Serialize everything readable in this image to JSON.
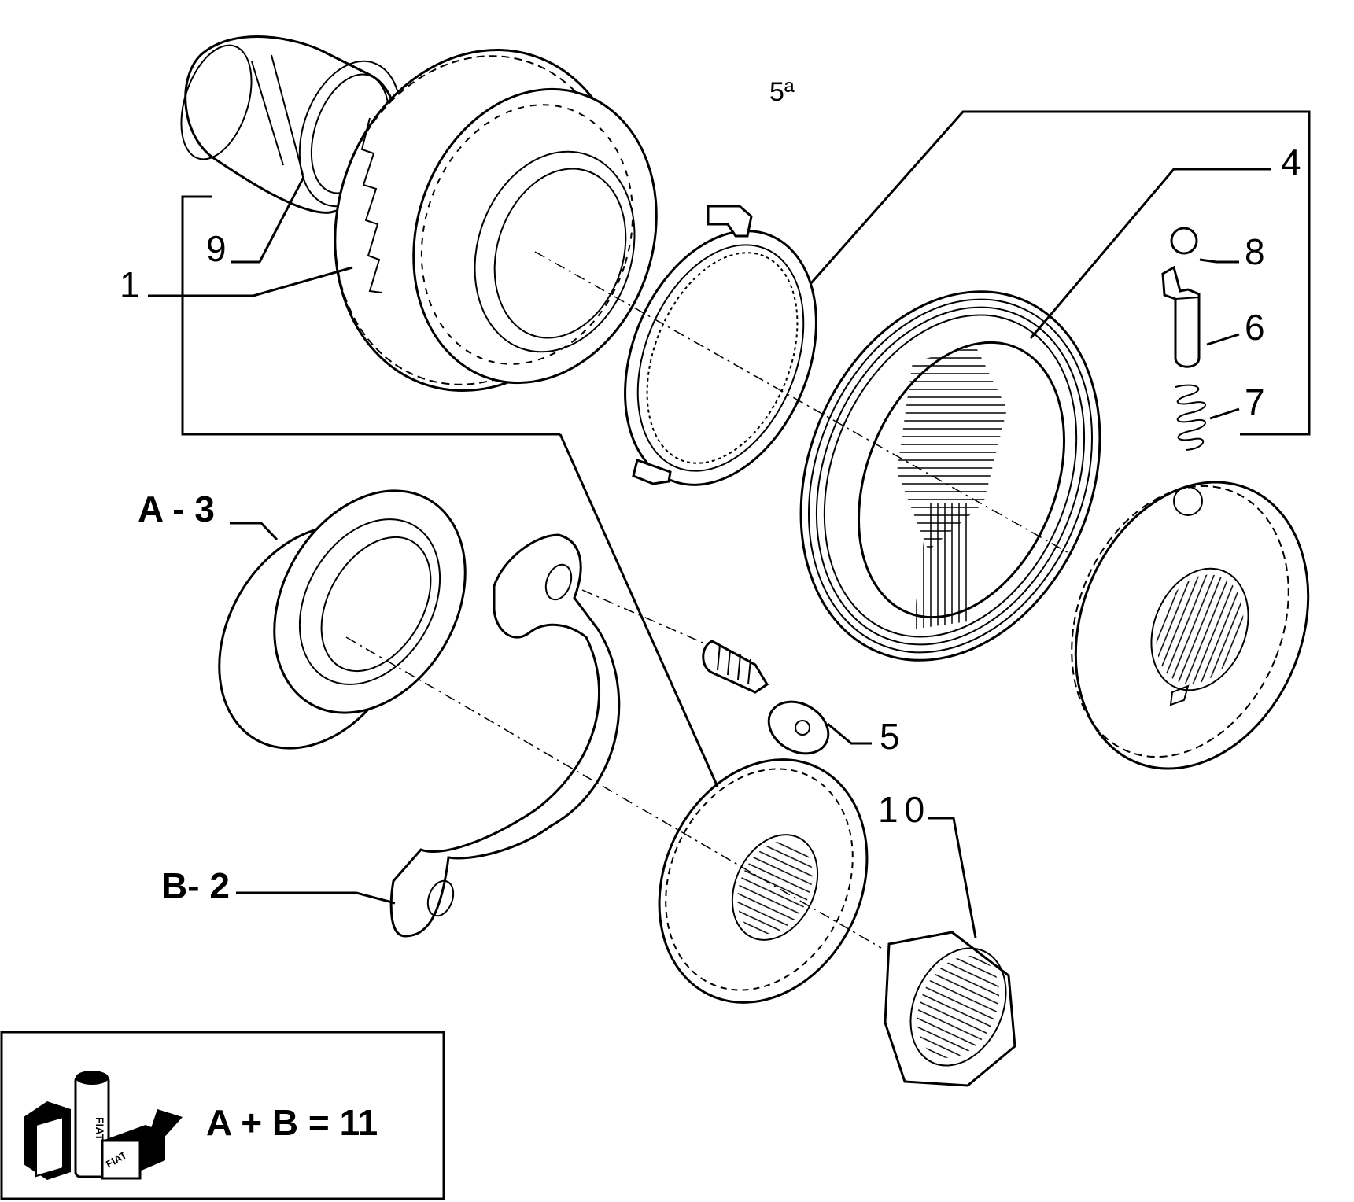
{
  "title": "5ª",
  "callouts": {
    "part_1": "1",
    "part_4": "4",
    "part_5": "5",
    "part_6": "6",
    "part_7": "7",
    "part_8": "8",
    "part_9": "9",
    "part_10": "10",
    "part_a3": "A - 3",
    "part_b2": "B- 2"
  },
  "kit_box": {
    "equation": "A + B = 11",
    "logo_text": "FIAT"
  }
}
